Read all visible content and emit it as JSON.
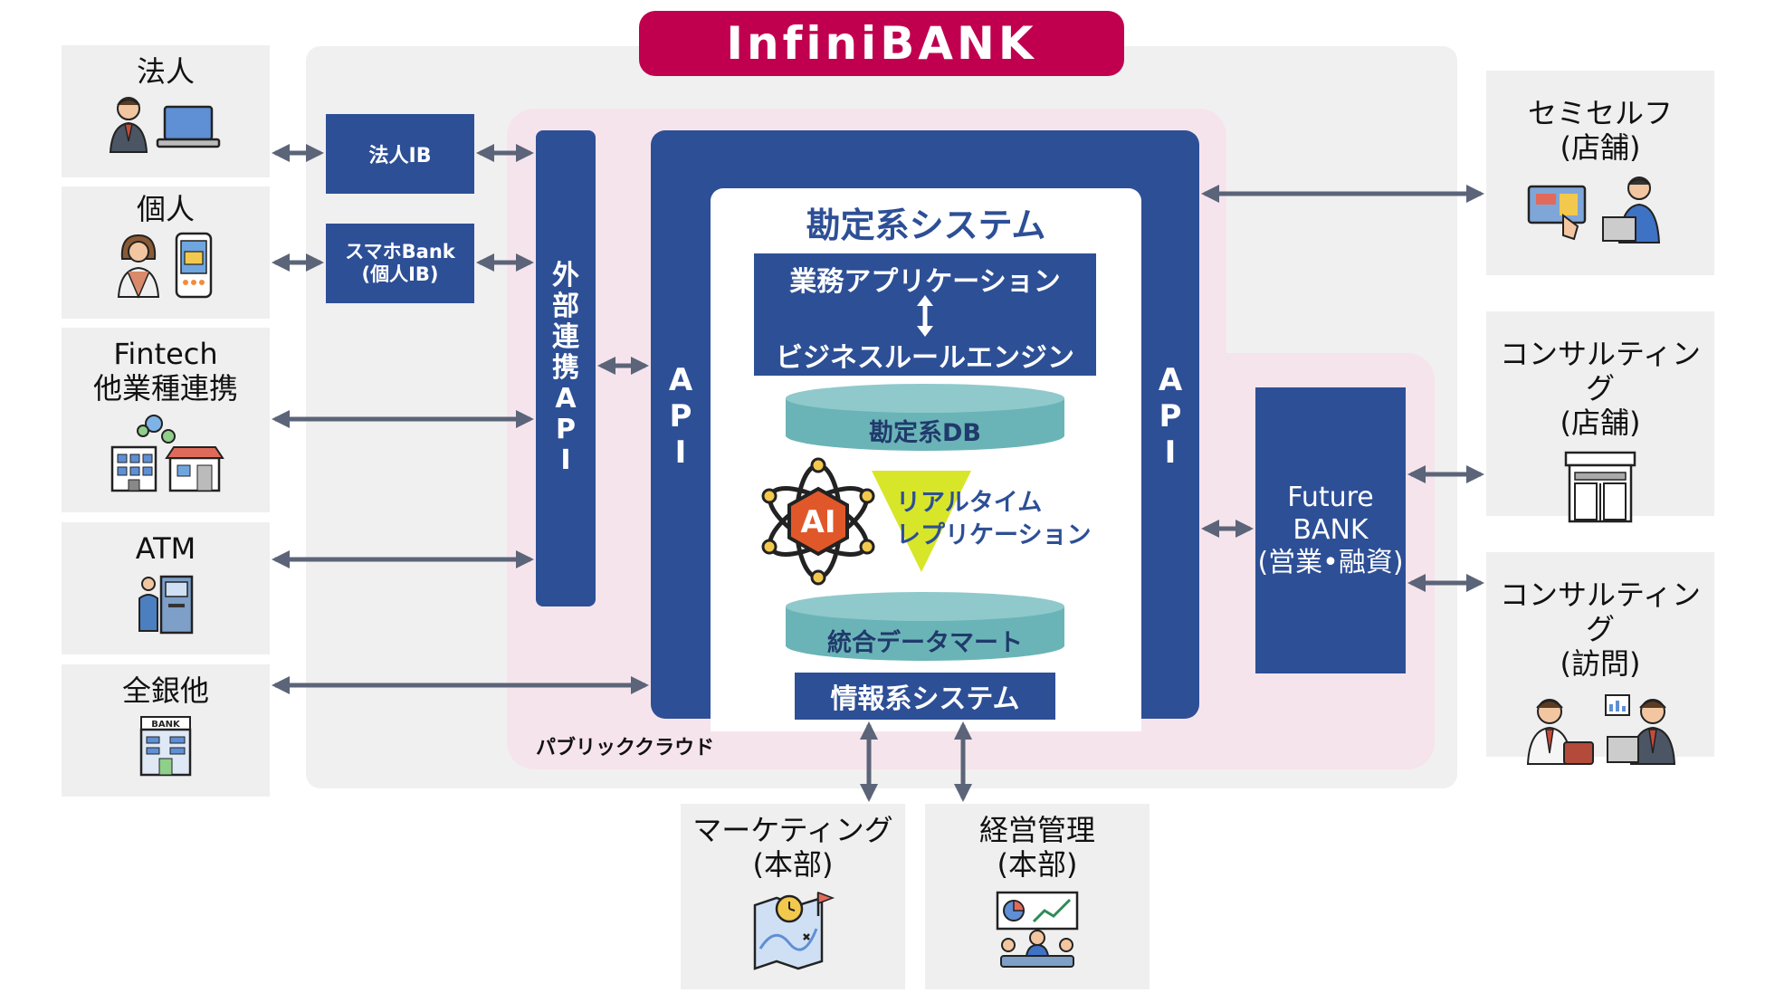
{
  "header": {
    "title": "InfiniBANK"
  },
  "left_channels": [
    {
      "label": "法人",
      "icon": "businessman-laptop-icon"
    },
    {
      "label": "個人",
      "icon": "woman-smartphone-icon"
    },
    {
      "label": "Fintech\n他業種連携",
      "icon": "building-network-icon"
    },
    {
      "label": "ATM",
      "icon": "atm-icon"
    },
    {
      "label": "全銀他",
      "icon": "bank-building-icon"
    }
  ],
  "ib_boxes": [
    {
      "label": "法人IB"
    },
    {
      "label": "スマホBank\n(個人IB)"
    }
  ],
  "external_api": {
    "label": "外部連携API"
  },
  "api_left": {
    "label": "API"
  },
  "api_right": {
    "label": "API"
  },
  "core": {
    "title": "勘定系システム",
    "business_app": {
      "top": "業務アプリケーション",
      "bottom": "ビジネスルールエンジン"
    },
    "db": "勘定系DB",
    "ai_label": "AI",
    "replication": "リアルタイム\nレプリケーション",
    "datamart": "統合データマート",
    "info_system": "情報系システム"
  },
  "cloud_label": "パブリッククラウド",
  "future_bank": {
    "label": "Future\nBANK\n(営業•融資)"
  },
  "right_channels": [
    {
      "label": "セミセルフ\n(店舗)",
      "icon": "touchscreen-clerk-icon"
    },
    {
      "label": "コンサルティング\n(店舗)",
      "icon": "storefront-icon"
    },
    {
      "label": "コンサルティング\n(訪問)",
      "icon": "consultation-icon"
    }
  ],
  "bottom_boxes": [
    {
      "label": "マーケティング\n(本部)",
      "icon": "marketing-map-icon"
    },
    {
      "label": "経営管理\n(本部)",
      "icon": "management-meeting-icon"
    }
  ],
  "colors": {
    "brand": "#c0004f",
    "navy": "#2d4f96",
    "cloud_pink": "#f6e4ec",
    "panel_gray": "#f0f0f0",
    "db_teal": "#6ab4b7",
    "arrow": "#5b6478",
    "yellow": "#d8e629",
    "ai_orange": "#e0582a"
  }
}
